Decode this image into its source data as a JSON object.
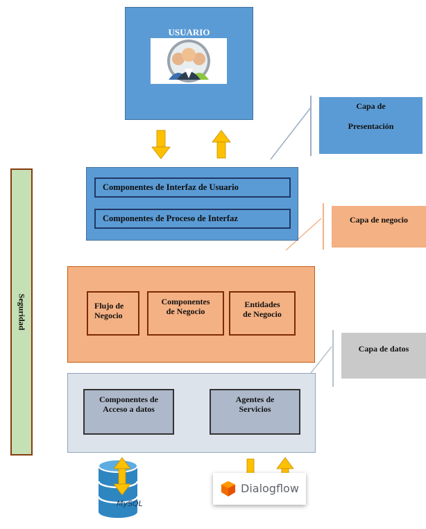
{
  "user": {
    "title": "USUARIO"
  },
  "presentation": {
    "rows": [
      "Componentes de Interfaz de Usuario",
      "Componentes de Proceso de Interfaz"
    ]
  },
  "business": {
    "boxes": [
      {
        "line1": "Flujo de",
        "line2": "Negocio"
      },
      {
        "line1": "Componentes",
        "line2": "de Negocio"
      },
      {
        "line1": "Entidades",
        "line2": "de Negocio"
      }
    ]
  },
  "data": {
    "boxes": [
      {
        "line1": "Componentes de",
        "line2": "Acceso a datos"
      },
      {
        "line1": "Agentes de",
        "line2": "Servicios"
      }
    ]
  },
  "security": {
    "label": "Seguridad"
  },
  "side_labels": {
    "presentation_line1": "Capa de",
    "presentation_line2": "Presentación",
    "business": "Capa de negocio",
    "data": "Capa de datos"
  },
  "logos": {
    "database": "MySQL",
    "dialogflow": "Dialogflow"
  },
  "colors": {
    "blue": "#5b9bd5",
    "orange": "#f4b183",
    "gray": "#dde3ea",
    "green": "#c5e0b4",
    "arrow": "#ffc000"
  }
}
